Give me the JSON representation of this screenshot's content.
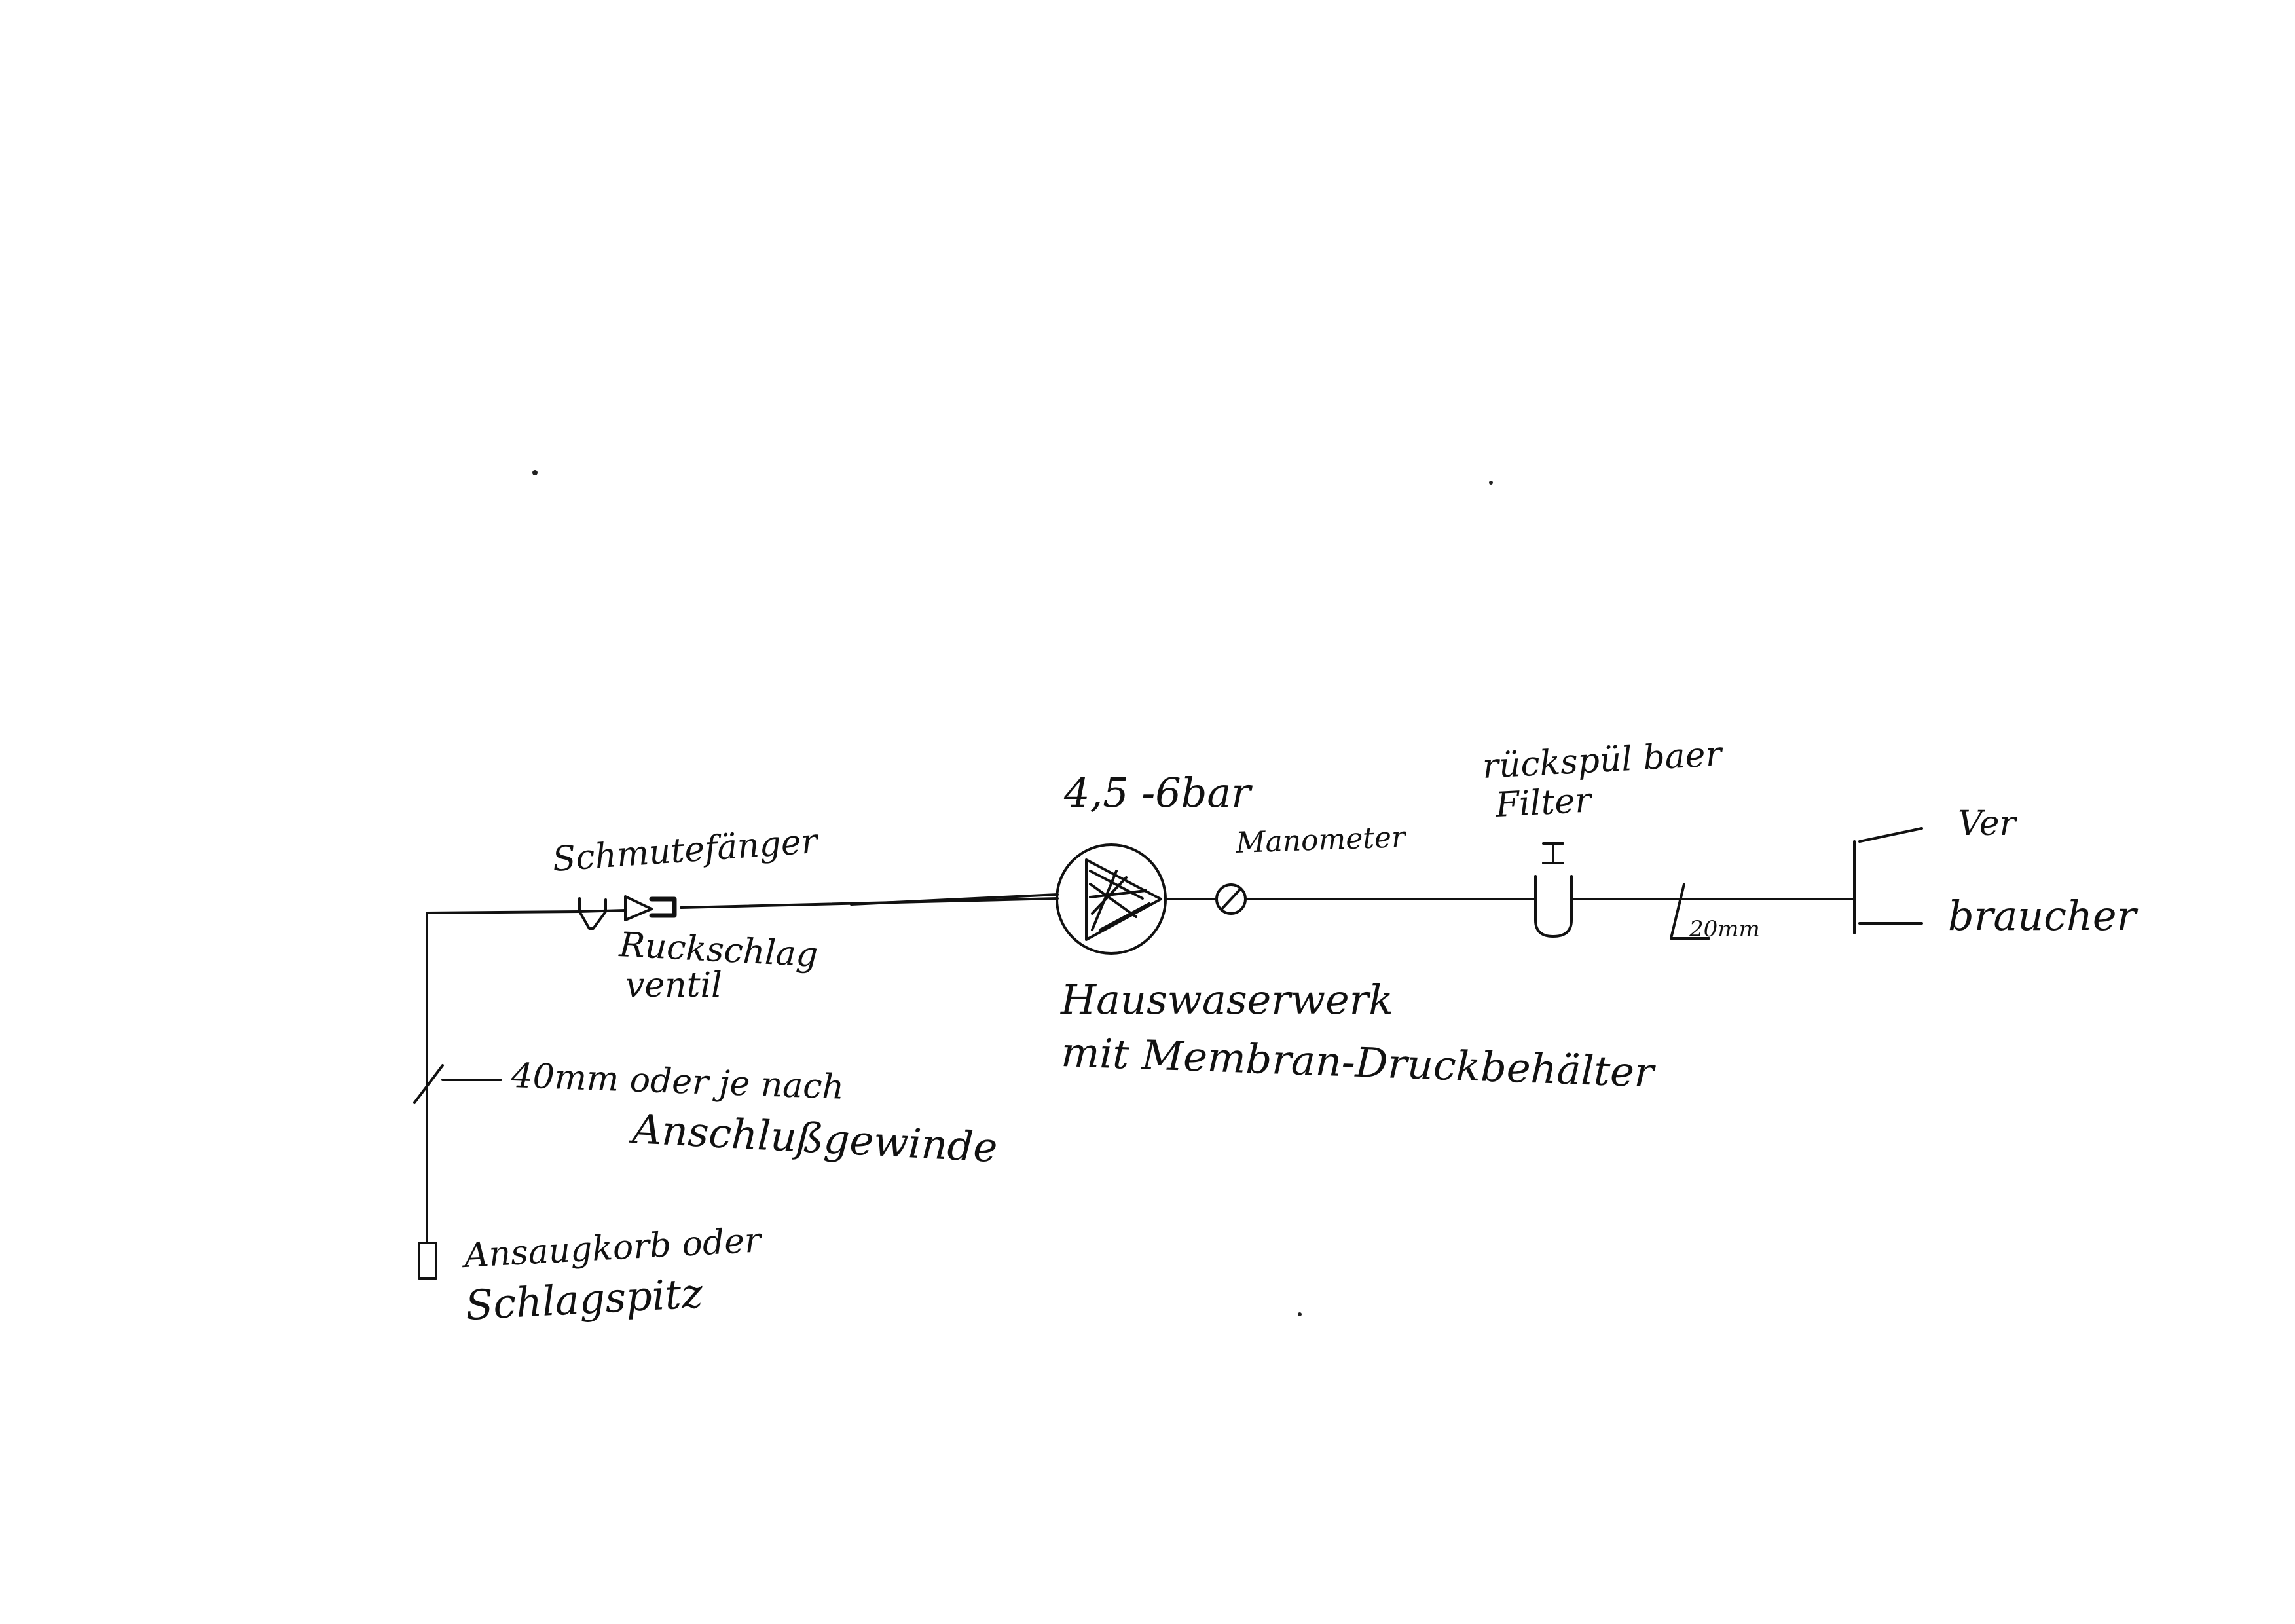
{
  "labels": {
    "strainer": "Schmutefänger",
    "check_valve_line1": "Ruckschlag",
    "check_valve_line2": "ventil",
    "pressure": "4,5 -6bar",
    "gauge": "Manometer",
    "filter_line1": "rückspül baer",
    "filter_line2": "Filter",
    "consumer_line1": "Ver",
    "consumer_line2": "braucher",
    "pipe_small": "20mm",
    "pipe_big_line1": "40mm oder je nach",
    "pipe_big_line2": "Anschlußgewinde",
    "pump_line1": "Hauswaserwerk",
    "pump_line2": "mit Membran-Druckbehälter",
    "intake_line1": "Ansaugkorb oder",
    "intake_line2": "Schlagspitz"
  },
  "colors": {
    "ink": "#111111",
    "paper": "#ffffff"
  }
}
